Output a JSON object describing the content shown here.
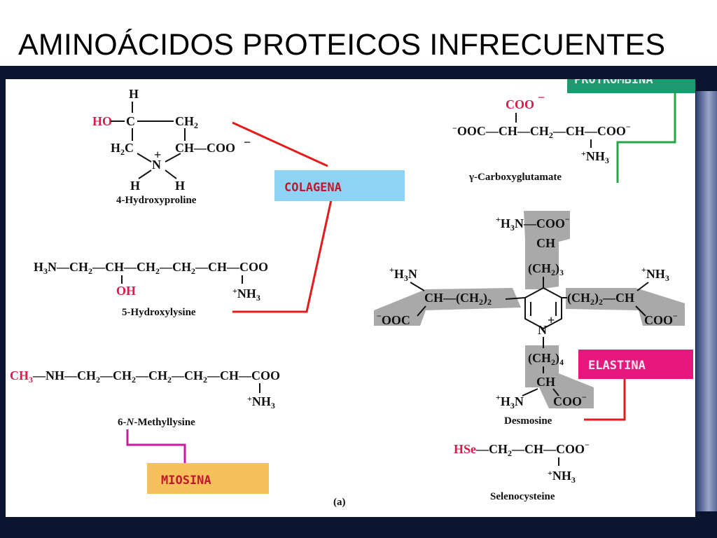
{
  "title": "AMINOÁCIDOS PROTEICOS INFRECUENTES",
  "figure_label": "(a)",
  "colors": {
    "frame": "#0b1530",
    "red_group": "#d81b4a",
    "line_red": "#e41b1b",
    "line_green": "#23a845",
    "line_magenta": "#c51b9c",
    "tag_protrombina": "#1a9a6e",
    "tag_colagena": "#8fd3f4",
    "tag_elastina": "#e8177e",
    "tag_miosina": "#f6c15a",
    "highlight_gray": "#a9a9a9"
  },
  "tags": {
    "protrombina": "PROTROMBINA",
    "colagena": "COLAGENA",
    "elastina": "ELASTINA",
    "miosina": "MIOSINA"
  },
  "molecules": {
    "hydroxyproline": {
      "name": "4-Hydroxyproline",
      "h_top": "H",
      "ho": "HO",
      "c1": "C",
      "ch2_right": "CH",
      "sub2a": "2",
      "h2c": "H",
      "sub2b": "2",
      "c2": "C",
      "ch_coo": "CH",
      "coo": "COO",
      "n": "N",
      "h_left": "H",
      "h_right": "H",
      "plus": "+",
      "minus": "−"
    },
    "hydroxylysine": {
      "name": "5-Hydroxylysine",
      "h3n": "H",
      "sub3a": "3",
      "n": "N",
      "chain1": "—CH",
      "chain2": "—CH",
      "chain3": "—CH",
      "chain4": "—CH",
      "chain5": "—CH—COO",
      "sub": "2",
      "oh": "OH",
      "nh3": "NH",
      "sub3b": "3"
    },
    "methyllysine": {
      "name_pre": "6-",
      "name_n": "N",
      "name_post": "-Methyllysine",
      "ch3": "CH",
      "sub3": "3",
      "chain": "—NH—CH",
      "seg": "—CH",
      "end": "—CH—COO",
      "sub": "2",
      "nh3": "NH",
      "sub3b": "3"
    },
    "carboxyglutamate": {
      "name": "γ-Carboxyglutamate",
      "coo_top": "COO",
      "chain_a": "OOC—CH—CH",
      "sub2": "2",
      "chain_b": "—CH—COO",
      "nh3": "NH",
      "sub3": "3",
      "minus": "−",
      "plus": "+"
    },
    "desmosine": {
      "name": "Desmosine",
      "h3n": "H",
      "n": "N",
      "sub3": "3",
      "coo": "COO",
      "ch": "CH",
      "ch2": "(CH",
      "sub2": "2",
      "sub3c": "3",
      "sub4": "4",
      "close": ")",
      "nh3": "NH",
      "ooc": "OOC",
      "ch_ch2": "CH—(CH",
      "ch2_ch": ")",
      "tail": "—CH",
      "ring_n": "N"
    },
    "selenocysteine": {
      "name": "Selenocysteine",
      "hse": "HSe",
      "chain": "—CH",
      "sub2": "2",
      "end": "—CH—COO",
      "nh3": "NH",
      "sub3": "3"
    }
  }
}
